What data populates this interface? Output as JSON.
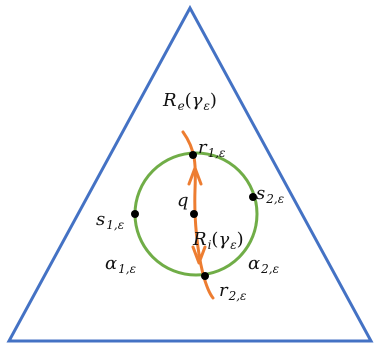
{
  "colors": {
    "triangle": "#4472c4",
    "circle": "#70ad47",
    "curve": "#ed7d31",
    "point": "#000000"
  },
  "labels": {
    "outer_region": {
      "base": "R",
      "sub": "e",
      "arg_base": "γ",
      "arg_sub": "ε"
    },
    "inner_region": {
      "base": "R",
      "sub": "i",
      "arg_base": "γ",
      "arg_sub": "ε"
    },
    "r1": {
      "base": "r",
      "sub": "1,ε"
    },
    "r2": {
      "base": "r",
      "sub": "2,ε"
    },
    "s1": {
      "base": "s",
      "sub": "1,ε"
    },
    "s2": {
      "base": "s",
      "sub": "2,ε"
    },
    "alpha1": {
      "base": "α",
      "sub": "1,ε"
    },
    "alpha2": {
      "base": "α",
      "sub": "2,ε"
    },
    "q": {
      "base": "q"
    }
  }
}
